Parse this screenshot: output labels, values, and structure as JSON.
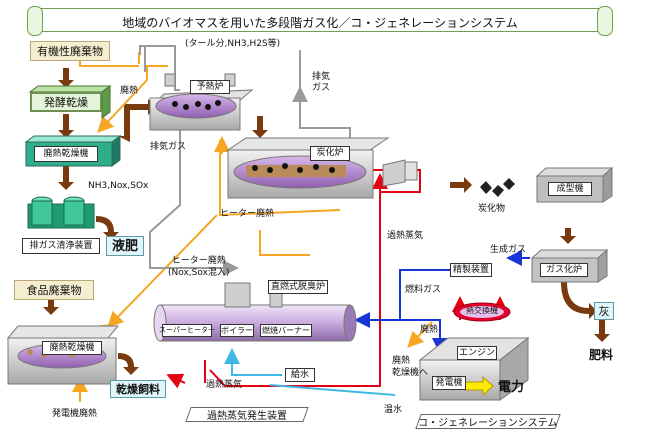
{
  "title": "地域のバイオマスを用いた多段階ガス化／コ・ジェネレーションシステム",
  "labels": {
    "organic_waste": "有機性廃棄物",
    "fermentation_drying": "発酵乾燥",
    "waste_heat_dryer_top": "廃熱乾燥機",
    "exhaust_gas_cleaner": "排ガス清浄装置",
    "liquid_fertilizer": "液肥",
    "food_waste": "食品廃棄物",
    "waste_heat_dryer_bottom": "廃熱乾燥機",
    "dry_feed": "乾燥飼料",
    "generator_waste_heat": "発電機廃熱",
    "tar_note": "(タール分,NH3,H2S等)",
    "preheater": "予熱炉",
    "waste_heat_small": "廃熱",
    "exhaust_gas_left": "排気ガス",
    "exhaust_gas_right": "排気\nガス",
    "carbonizer": "炭化炉",
    "heater_waste_heat": "ヒーター廃熱",
    "heater_waste_heat_mixed": "ヒーター廃熱\n(Nox,Sox混入)",
    "nh3_nox_sox": "NH3,Nox,SOx",
    "superheated_steam_right": "過熱蒸気",
    "charcoal": "炭化物",
    "molding_machine": "成型機",
    "product_gas": "生成ガス",
    "gasifier": "ガス化炉",
    "purifier": "精製装置",
    "fuel_gas": "燃料ガス",
    "heat_exchanger": "熱交換機",
    "engine": "エンジン",
    "generator": "発電機",
    "power": "電力",
    "waste_heat_engine": "廃熱",
    "to_dryer": "廃熱\n乾燥機へ",
    "hot_water": "温水",
    "cogeneration_system": "コ・ジェネレーションシステム",
    "ash": "灰",
    "fertilizer": "肥料",
    "deodorizer": "直燃式脱臭炉",
    "super_heater": "スーパーヒーター",
    "boiler": "ボイラー",
    "combustion_burner": "燃焼バーナー",
    "water_supply": "給水",
    "superheated_steam_bottom": "過熱蒸気",
    "steam_generator": "過熱蒸気発生装置"
  }
}
